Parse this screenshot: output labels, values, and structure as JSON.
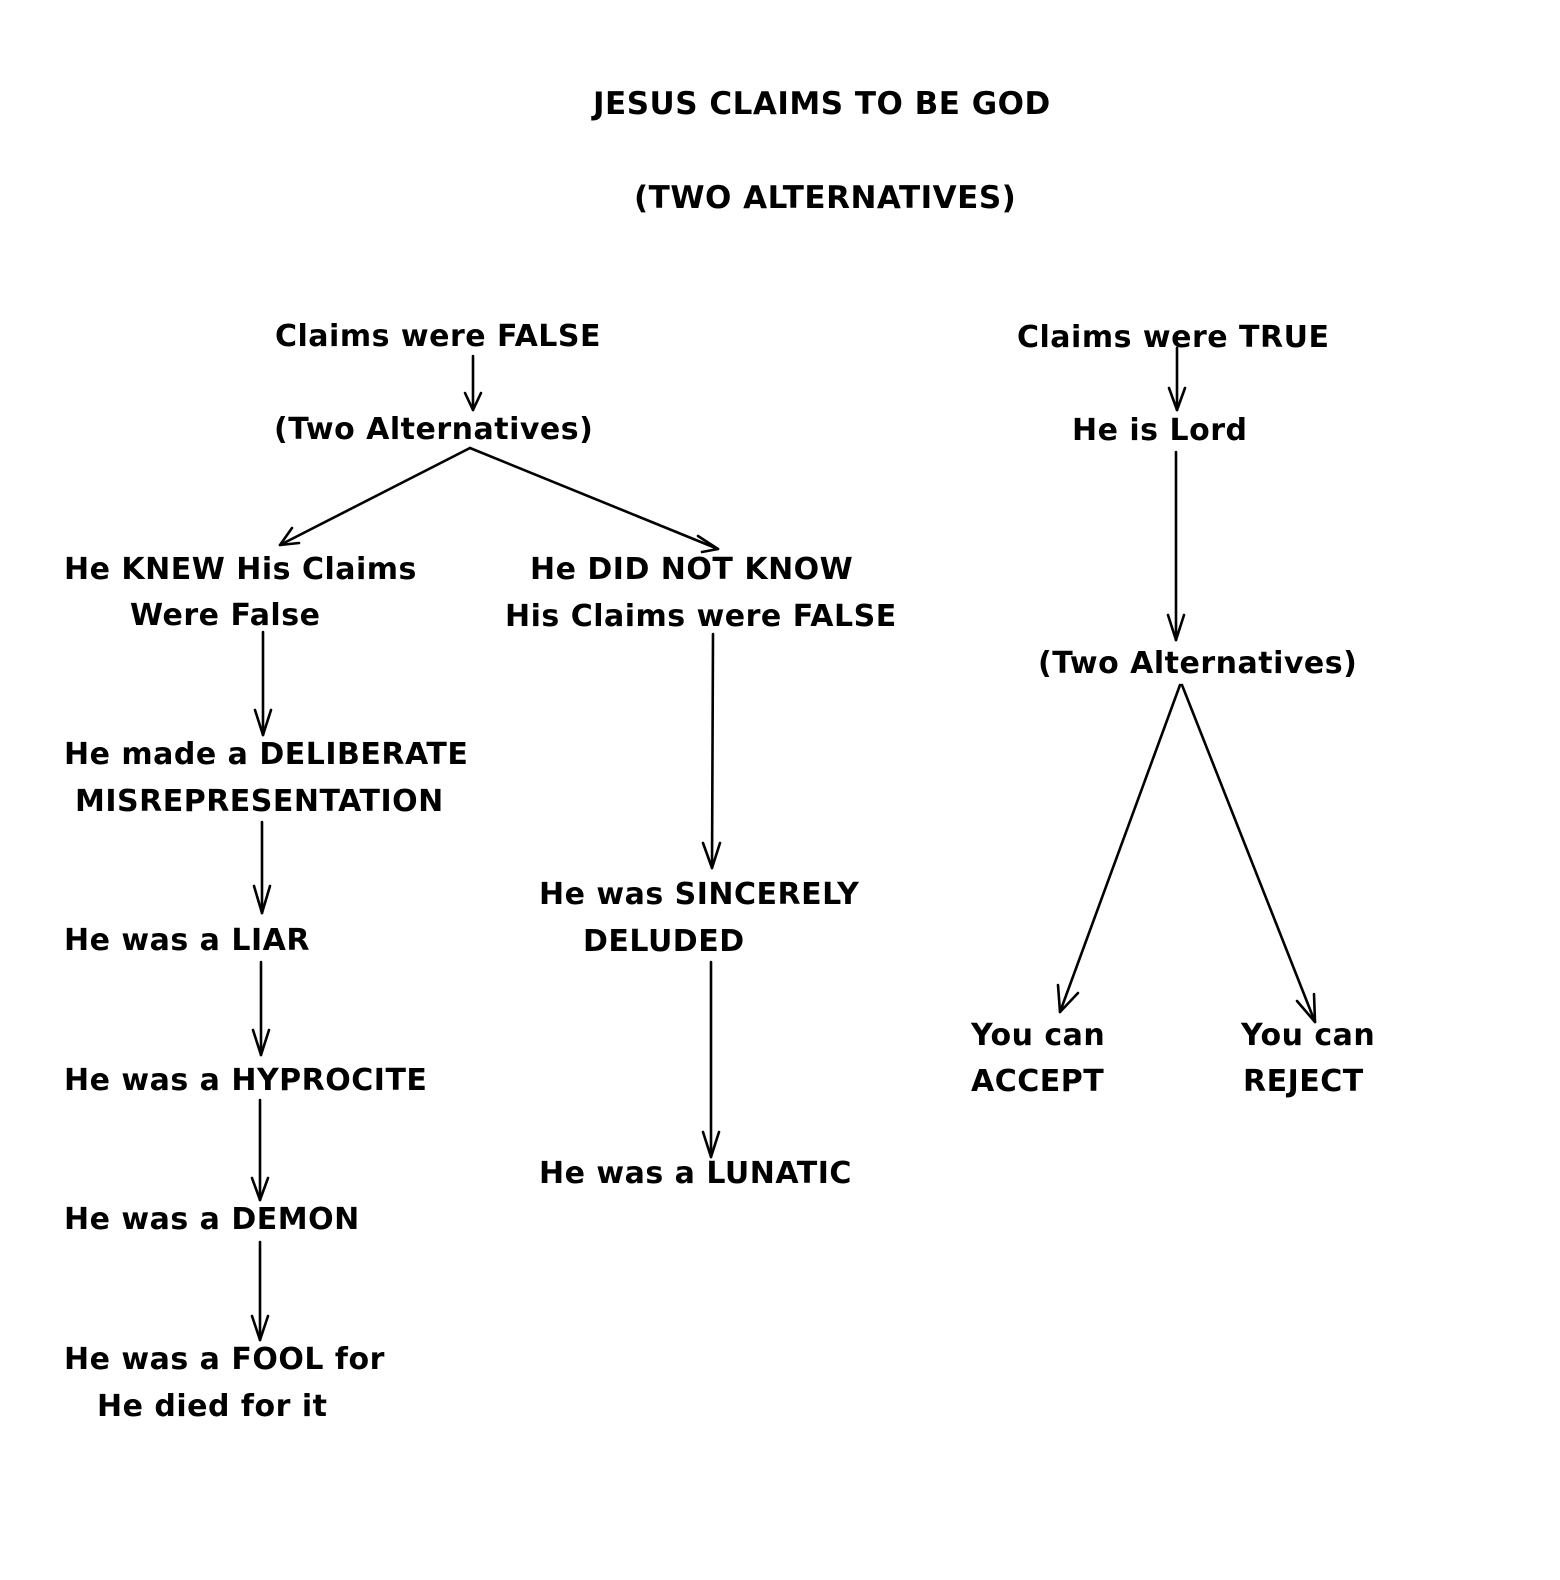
{
  "title": "JESUS CLAIMS TO BE GOD",
  "subtitle": "(TWO ALTERNATIVES)",
  "nodes": {
    "false_claims": "Claims were FALSE",
    "false_two_alt": "(Two Alternatives)",
    "knew_1": "He KNEW His Claims",
    "knew_2": "Were False",
    "deliberate_1": "He made a DELIBERATE",
    "deliberate_2": "MISREPRESENTATION",
    "liar": "He was a LIAR",
    "hypocrite": "He was a HYPROCITE",
    "demon": "He was a DEMON",
    "fool_1": "He was a FOOL for",
    "fool_2": "He died for it",
    "not_know_1": "He DID NOT KNOW",
    "not_know_2": "His Claims were FALSE",
    "deluded_1": "He was SINCERELY",
    "deluded_2": "DELUDED",
    "lunatic": "He was a LUNATIC",
    "true_claims": "Claims were TRUE",
    "lord": "He is Lord",
    "true_two_alt": "(Two Alternatives)",
    "accept_1": "You can",
    "accept_2": "ACCEPT",
    "reject_1": "You can",
    "reject_2": "REJECT"
  }
}
